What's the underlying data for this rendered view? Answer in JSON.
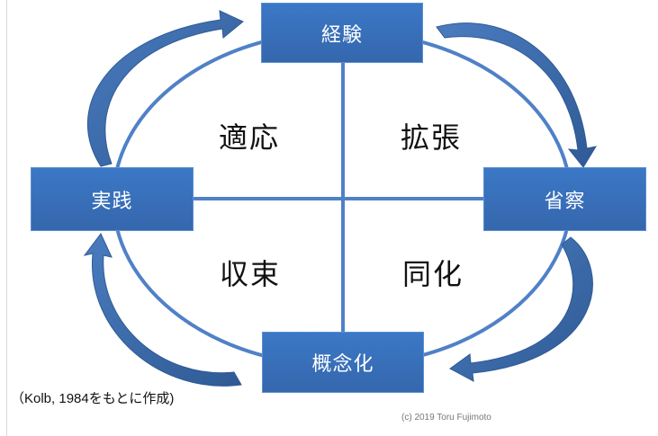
{
  "title": "Kolb experiential learning cycle",
  "stages": {
    "top": "経験",
    "right": "省察",
    "bottom": "概念化",
    "left": "実践"
  },
  "quadrants": {
    "top_left": "適応",
    "top_right": "拡張",
    "bottom_left": "収束",
    "bottom_right": "同化"
  },
  "caption": "（Kolb, 1984をもとに作成)",
  "copyright": "(c) 2019 Toru Fujimoto",
  "colors": {
    "box_top": "#3b78c6",
    "box_bottom": "#3567ad",
    "ellipse": "#4f81c7",
    "arrow": "#3d6aa8"
  }
}
